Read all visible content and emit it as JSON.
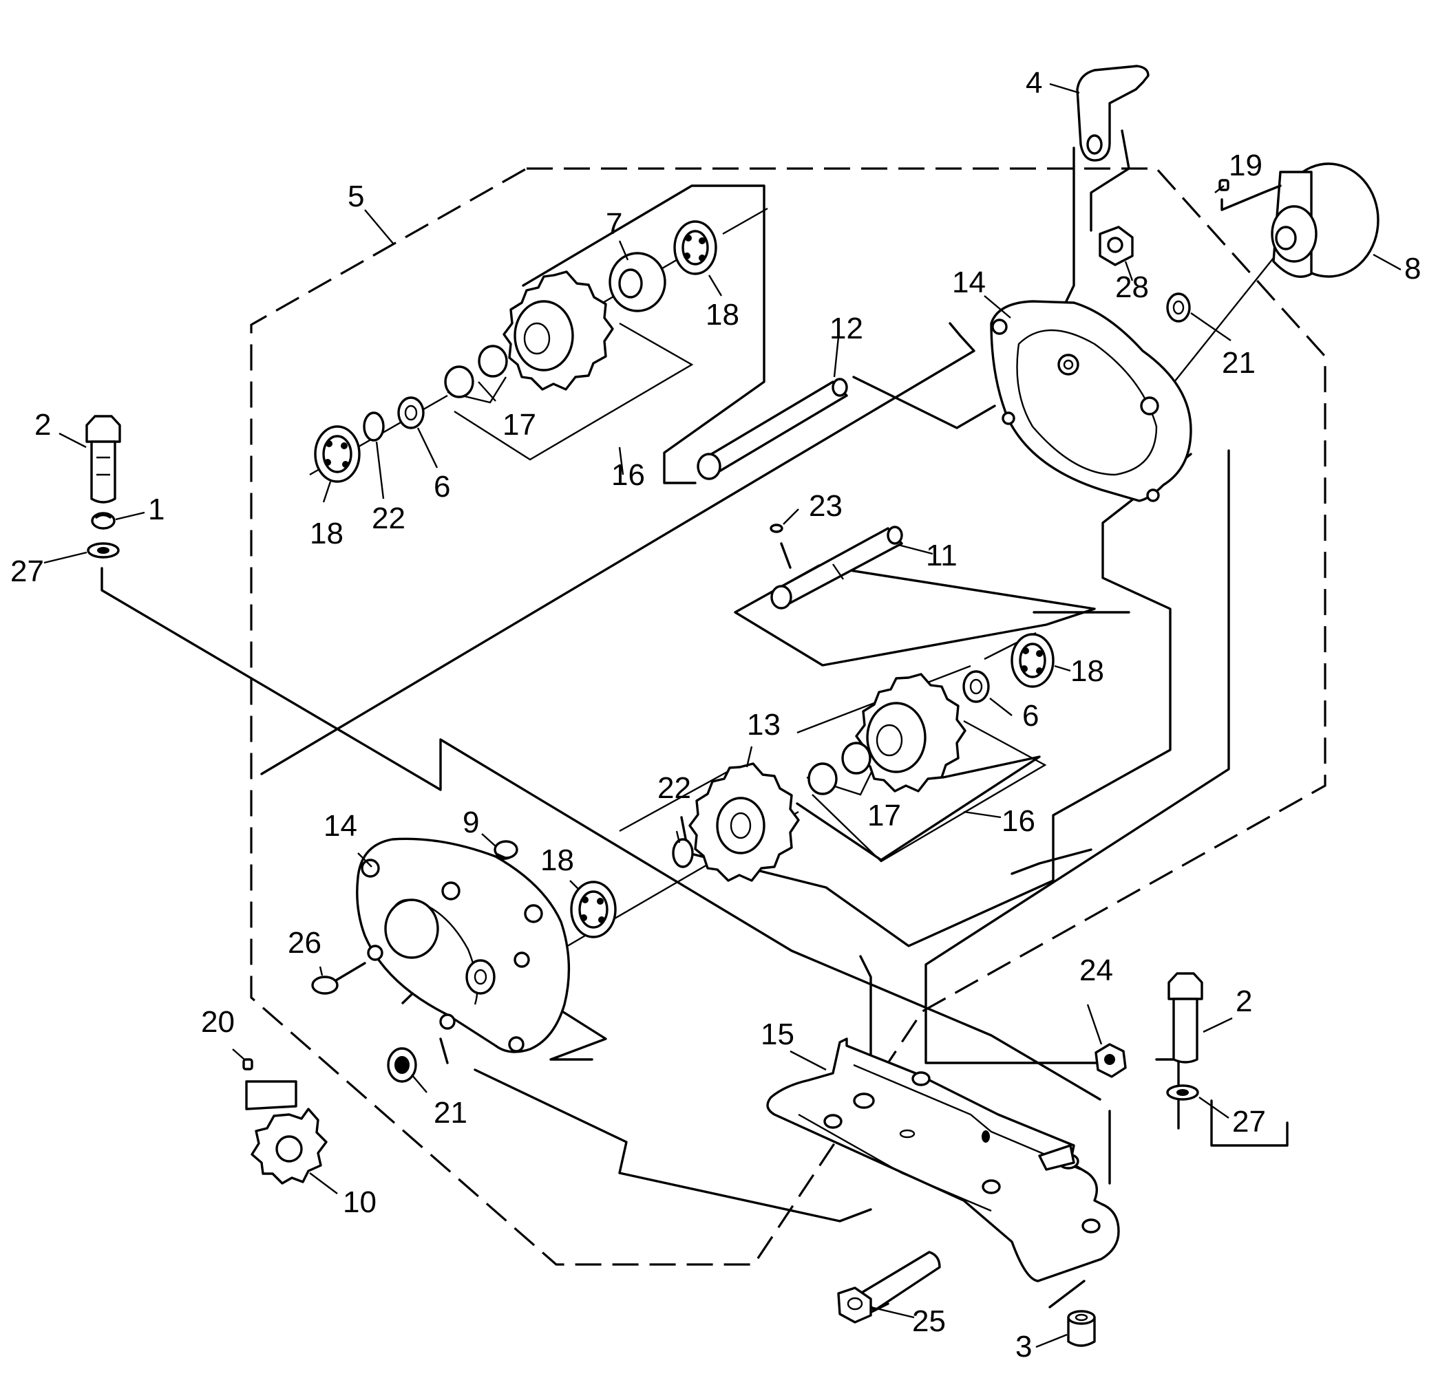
{
  "part_labels": [
    {
      "id": "p1",
      "text": "1"
    },
    {
      "id": "p2a",
      "text": "2"
    },
    {
      "id": "p2b",
      "text": "2"
    },
    {
      "id": "p3",
      "text": "3"
    },
    {
      "id": "p4",
      "text": "4"
    },
    {
      "id": "p5",
      "text": "5"
    },
    {
      "id": "p6a",
      "text": "6"
    },
    {
      "id": "p6b",
      "text": "6"
    },
    {
      "id": "p7",
      "text": "7"
    },
    {
      "id": "p8",
      "text": "8"
    },
    {
      "id": "p9",
      "text": "9"
    },
    {
      "id": "p10",
      "text": "10"
    },
    {
      "id": "p11",
      "text": "11"
    },
    {
      "id": "p12",
      "text": "12"
    },
    {
      "id": "p13",
      "text": "13"
    },
    {
      "id": "p14a",
      "text": "14"
    },
    {
      "id": "p14b",
      "text": "14"
    },
    {
      "id": "p15",
      "text": "15"
    },
    {
      "id": "p16a",
      "text": "16"
    },
    {
      "id": "p16b",
      "text": "16"
    },
    {
      "id": "p17a",
      "text": "17"
    },
    {
      "id": "p17b",
      "text": "17"
    },
    {
      "id": "p18a",
      "text": "18"
    },
    {
      "id": "p18b",
      "text": "18"
    },
    {
      "id": "p18c",
      "text": "18"
    },
    {
      "id": "p18d",
      "text": "18"
    },
    {
      "id": "p19",
      "text": "19"
    },
    {
      "id": "p20",
      "text": "20"
    },
    {
      "id": "p21a",
      "text": "21"
    },
    {
      "id": "p21b",
      "text": "21"
    },
    {
      "id": "p22a",
      "text": "22"
    },
    {
      "id": "p22b",
      "text": "22"
    },
    {
      "id": "p23",
      "text": "23"
    },
    {
      "id": "p24",
      "text": "24"
    },
    {
      "id": "p25",
      "text": "25"
    },
    {
      "id": "p26",
      "text": "26"
    },
    {
      "id": "p27a",
      "text": "27"
    },
    {
      "id": "p27b",
      "text": "27"
    },
    {
      "id": "p28",
      "text": "28"
    }
  ]
}
